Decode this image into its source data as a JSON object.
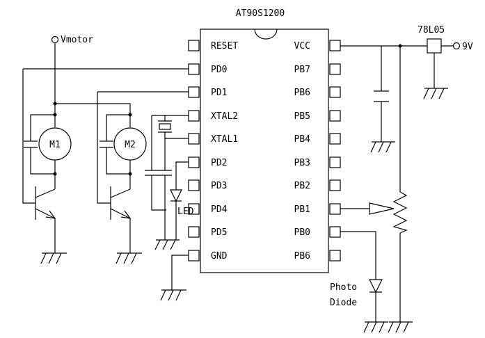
{
  "chip": {
    "name": "AT90S1200",
    "left_pins": [
      "RESET",
      "PD0",
      "PD1",
      "XTAL2",
      "XTAL1",
      "PD2",
      "PD3",
      "PD4",
      "PD5",
      "GND"
    ],
    "right_pins": [
      "VCC",
      "PB7",
      "PB6",
      "PB5",
      "PB4",
      "PB3",
      "PB2",
      "PB1",
      "PB0",
      "PB6"
    ]
  },
  "labels": {
    "vmotor": "Vmotor",
    "regulator": "78L05",
    "supply": "9V",
    "motor1": "M1",
    "motor2": "M2",
    "led": "LED",
    "photodiode_line1": "Photo",
    "photodiode_line2": "Diode"
  }
}
